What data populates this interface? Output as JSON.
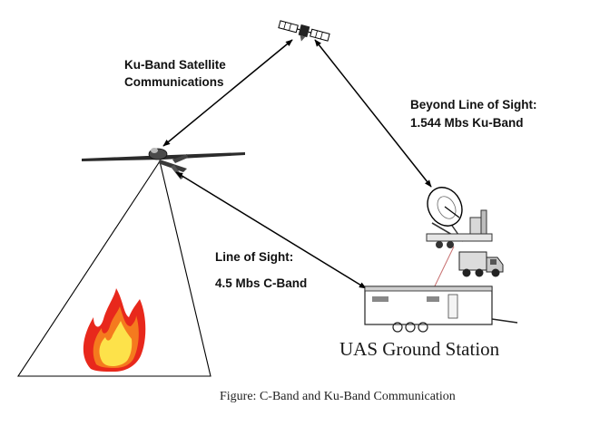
{
  "diagram": {
    "labels": {
      "satellite_link_line1": "Ku-Band Satellite",
      "satellite_link_line2": "Communications",
      "beyond_los_line1": "Beyond Line of Sight:",
      "beyond_los_line2": "1.544 Mbs Ku-Band",
      "los_line1": "Line of Sight:",
      "los_line2": "4.5 Mbs C-Band",
      "ground_station": "UAS Ground Station"
    },
    "caption": "Figure: C-Band and Ku-Band Communication",
    "icons": [
      "satellite-icon",
      "uav-aircraft-icon",
      "sensor-footprint-cone",
      "fire-icon",
      "satellite-dish-icon",
      "support-truck-icon",
      "ground-station-trailer-icon"
    ],
    "colors": {
      "link_arrow": "#000000",
      "fire_outer": "#e8281c",
      "fire_middle": "#f57a1e",
      "fire_inner": "#fde24a",
      "cable": "#c87070"
    }
  }
}
